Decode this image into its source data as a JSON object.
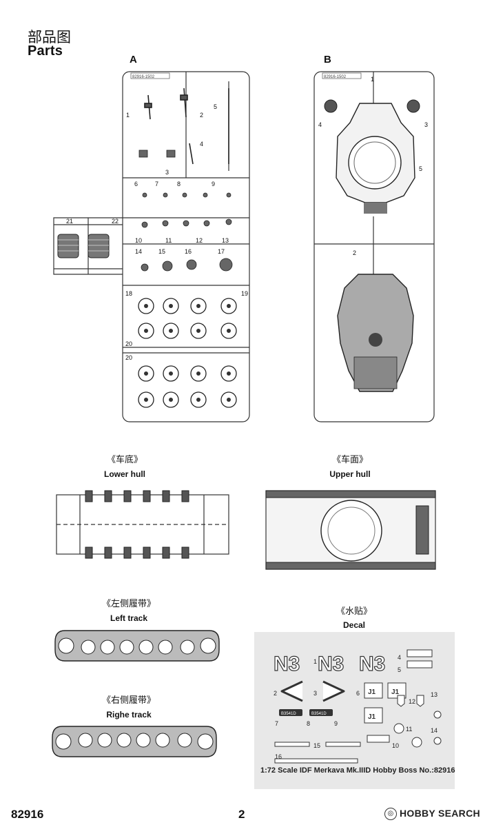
{
  "header": {
    "title_cn": "部品图",
    "title_en": "Parts"
  },
  "sprues": {
    "a": {
      "label": "A",
      "code": "82916-1502",
      "numbers": [
        "1",
        "2",
        "3",
        "4",
        "5",
        "6",
        "7",
        "8",
        "9",
        "10",
        "11",
        "12",
        "13",
        "14",
        "15",
        "16",
        "17",
        "18",
        "19",
        "20",
        "20",
        "21",
        "22"
      ]
    },
    "b": {
      "label": "B",
      "code": "82916-1502",
      "numbers": [
        "1",
        "2",
        "3",
        "4",
        "5"
      ]
    }
  },
  "sections": {
    "lower_hull": {
      "cn": "《车底》",
      "en": "Lower hull"
    },
    "upper_hull": {
      "cn": "《车面》",
      "en": "Upper hull"
    },
    "left_track": {
      "cn": "《左侧履带》",
      "en": "Left track"
    },
    "right_track": {
      "cn": "《右侧履带》",
      "en": "Righe track"
    },
    "decal": {
      "cn": "《水贴》",
      "en": "Decal"
    }
  },
  "decals": {
    "marking": "N3",
    "serial": "B3541D",
    "small_code": "J1",
    "numbers": [
      "1",
      "2",
      "3",
      "4",
      "5",
      "6",
      "7",
      "8",
      "9",
      "10",
      "11",
      "12",
      "13",
      "14",
      "15",
      "16"
    ],
    "caption": "1:72 Scale IDF Merkava Mk.IIID   Hobby Boss No.:82916"
  },
  "footer": {
    "product_no": "82916",
    "page": "2"
  },
  "watermark": {
    "text": "HOBBY SEARCH",
    "icon": "hobby-search-logo-icon"
  }
}
